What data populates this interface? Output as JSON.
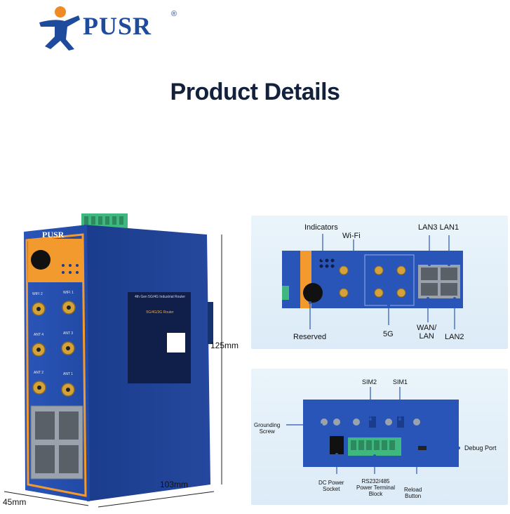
{
  "brand": {
    "name": "PUSR",
    "reg": "®"
  },
  "title": "Product Details",
  "device": {
    "brand": "PUSR",
    "label_title": "4th Gen 5G/4G Industrial Router",
    "label_subtitle": "5G/4G/3G Router",
    "ports": {
      "wifi2": "WIFI 2",
      "wifi1": "WIFI 1",
      "ant4": "ANT 4",
      "ant3": "ANT 3",
      "ant2": "ANT 2",
      "ant1": "ANT 1"
    }
  },
  "dimensions": {
    "height": "125mm",
    "width": "103mm",
    "depth": "45mm"
  },
  "front_panel": {
    "indicators": "Indicators",
    "wifi": "Wi-Fi",
    "lan3_lan1": "LAN3 LAN1",
    "reserved": "Reserved",
    "five_g": "5G",
    "wan_lan": "WAN/\nLAN",
    "lan2": "LAN2"
  },
  "back_panel": {
    "sim2": "SIM2",
    "sim1": "SIM1",
    "grounding_screw": "Grounding\nScrew",
    "debug_port": "Debug Port",
    "dc_power_socket": "DC Power\nSocket",
    "rs_block": "RS232/485\nPower Terminal\nBlock",
    "reload_button": "Reload\nButton"
  },
  "colors": {
    "device_blue": "#2a55b8",
    "device_dark": "#1b3c8c",
    "accent_orange": "#f29a2e",
    "terminal_green": "#3fb880",
    "brand_blue": "#1e4b9c"
  }
}
